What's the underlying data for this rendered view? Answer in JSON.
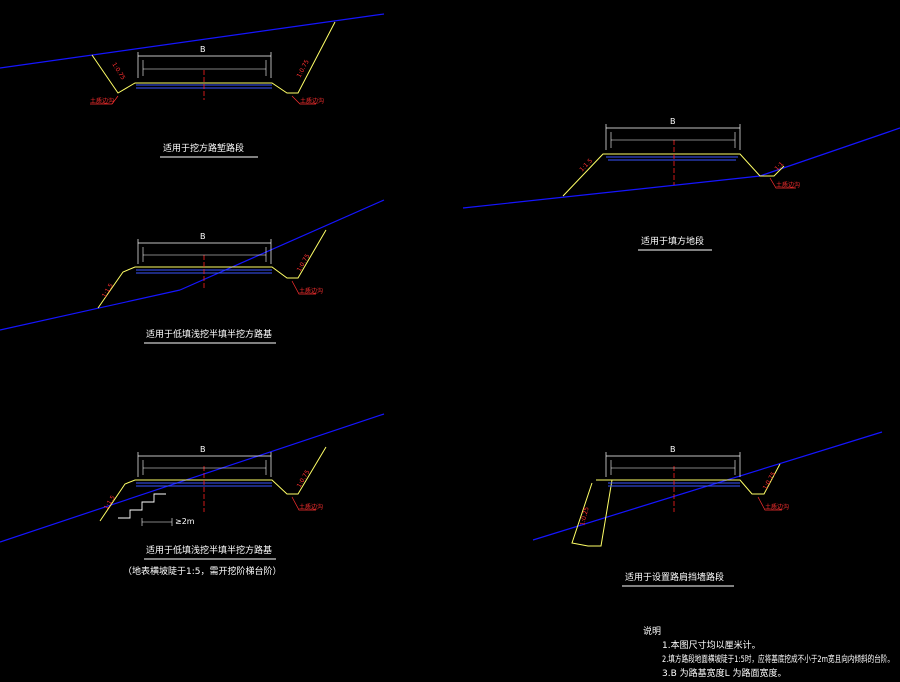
{
  "colors": {
    "ground": "#1515ff",
    "slope": "#ffff66",
    "pavement": "#3a55ff",
    "centerline": "#ff2020",
    "dimension": "#ffffff",
    "annotation": "#ff3030"
  },
  "sections": [
    {
      "id": "excavation",
      "caption": "适用于挖方路堑路段",
      "width_label": "B",
      "left_slope": "1:0.75",
      "right_slope": "1:0.75",
      "left_note": "土质边沟",
      "right_note": "土质边沟"
    },
    {
      "id": "half-cut",
      "caption": "适用于低填浅挖半填半挖方路基",
      "width_label": "B",
      "left_slope": "1:1.5",
      "right_slope": "1:0.75",
      "right_note": "土质边沟"
    },
    {
      "id": "fill",
      "caption": "适用于填方地段",
      "width_label": "B",
      "left_slope": "1:1.5",
      "right_slope": "1:1",
      "right_note": "土质边沟"
    },
    {
      "id": "stepped",
      "caption": "适用于低填浅挖半填半挖方路基",
      "sub_caption": "（地表横坡陡于1:5，需开挖阶梯台阶）",
      "width_label": "B",
      "left_slope": "1:1.5",
      "right_slope": "1:0.75",
      "step_label": "≥2m",
      "right_note": "土质边沟"
    },
    {
      "id": "retaining-wall",
      "caption": "适用于设置路肩挡墙路段",
      "width_label": "B",
      "wall_slope": "1:0.25",
      "right_slope": "1:0.75",
      "right_note": "土质边沟"
    }
  ],
  "notes": {
    "title": "说明",
    "items": [
      "1.本图尺寸均以厘米计。",
      "2.填方路段地面横坡陡于1:5时，应将基底挖成不小于2m宽且向内倾斜的台阶。",
      "3.B 为路基宽度L 为路面宽度。"
    ]
  }
}
